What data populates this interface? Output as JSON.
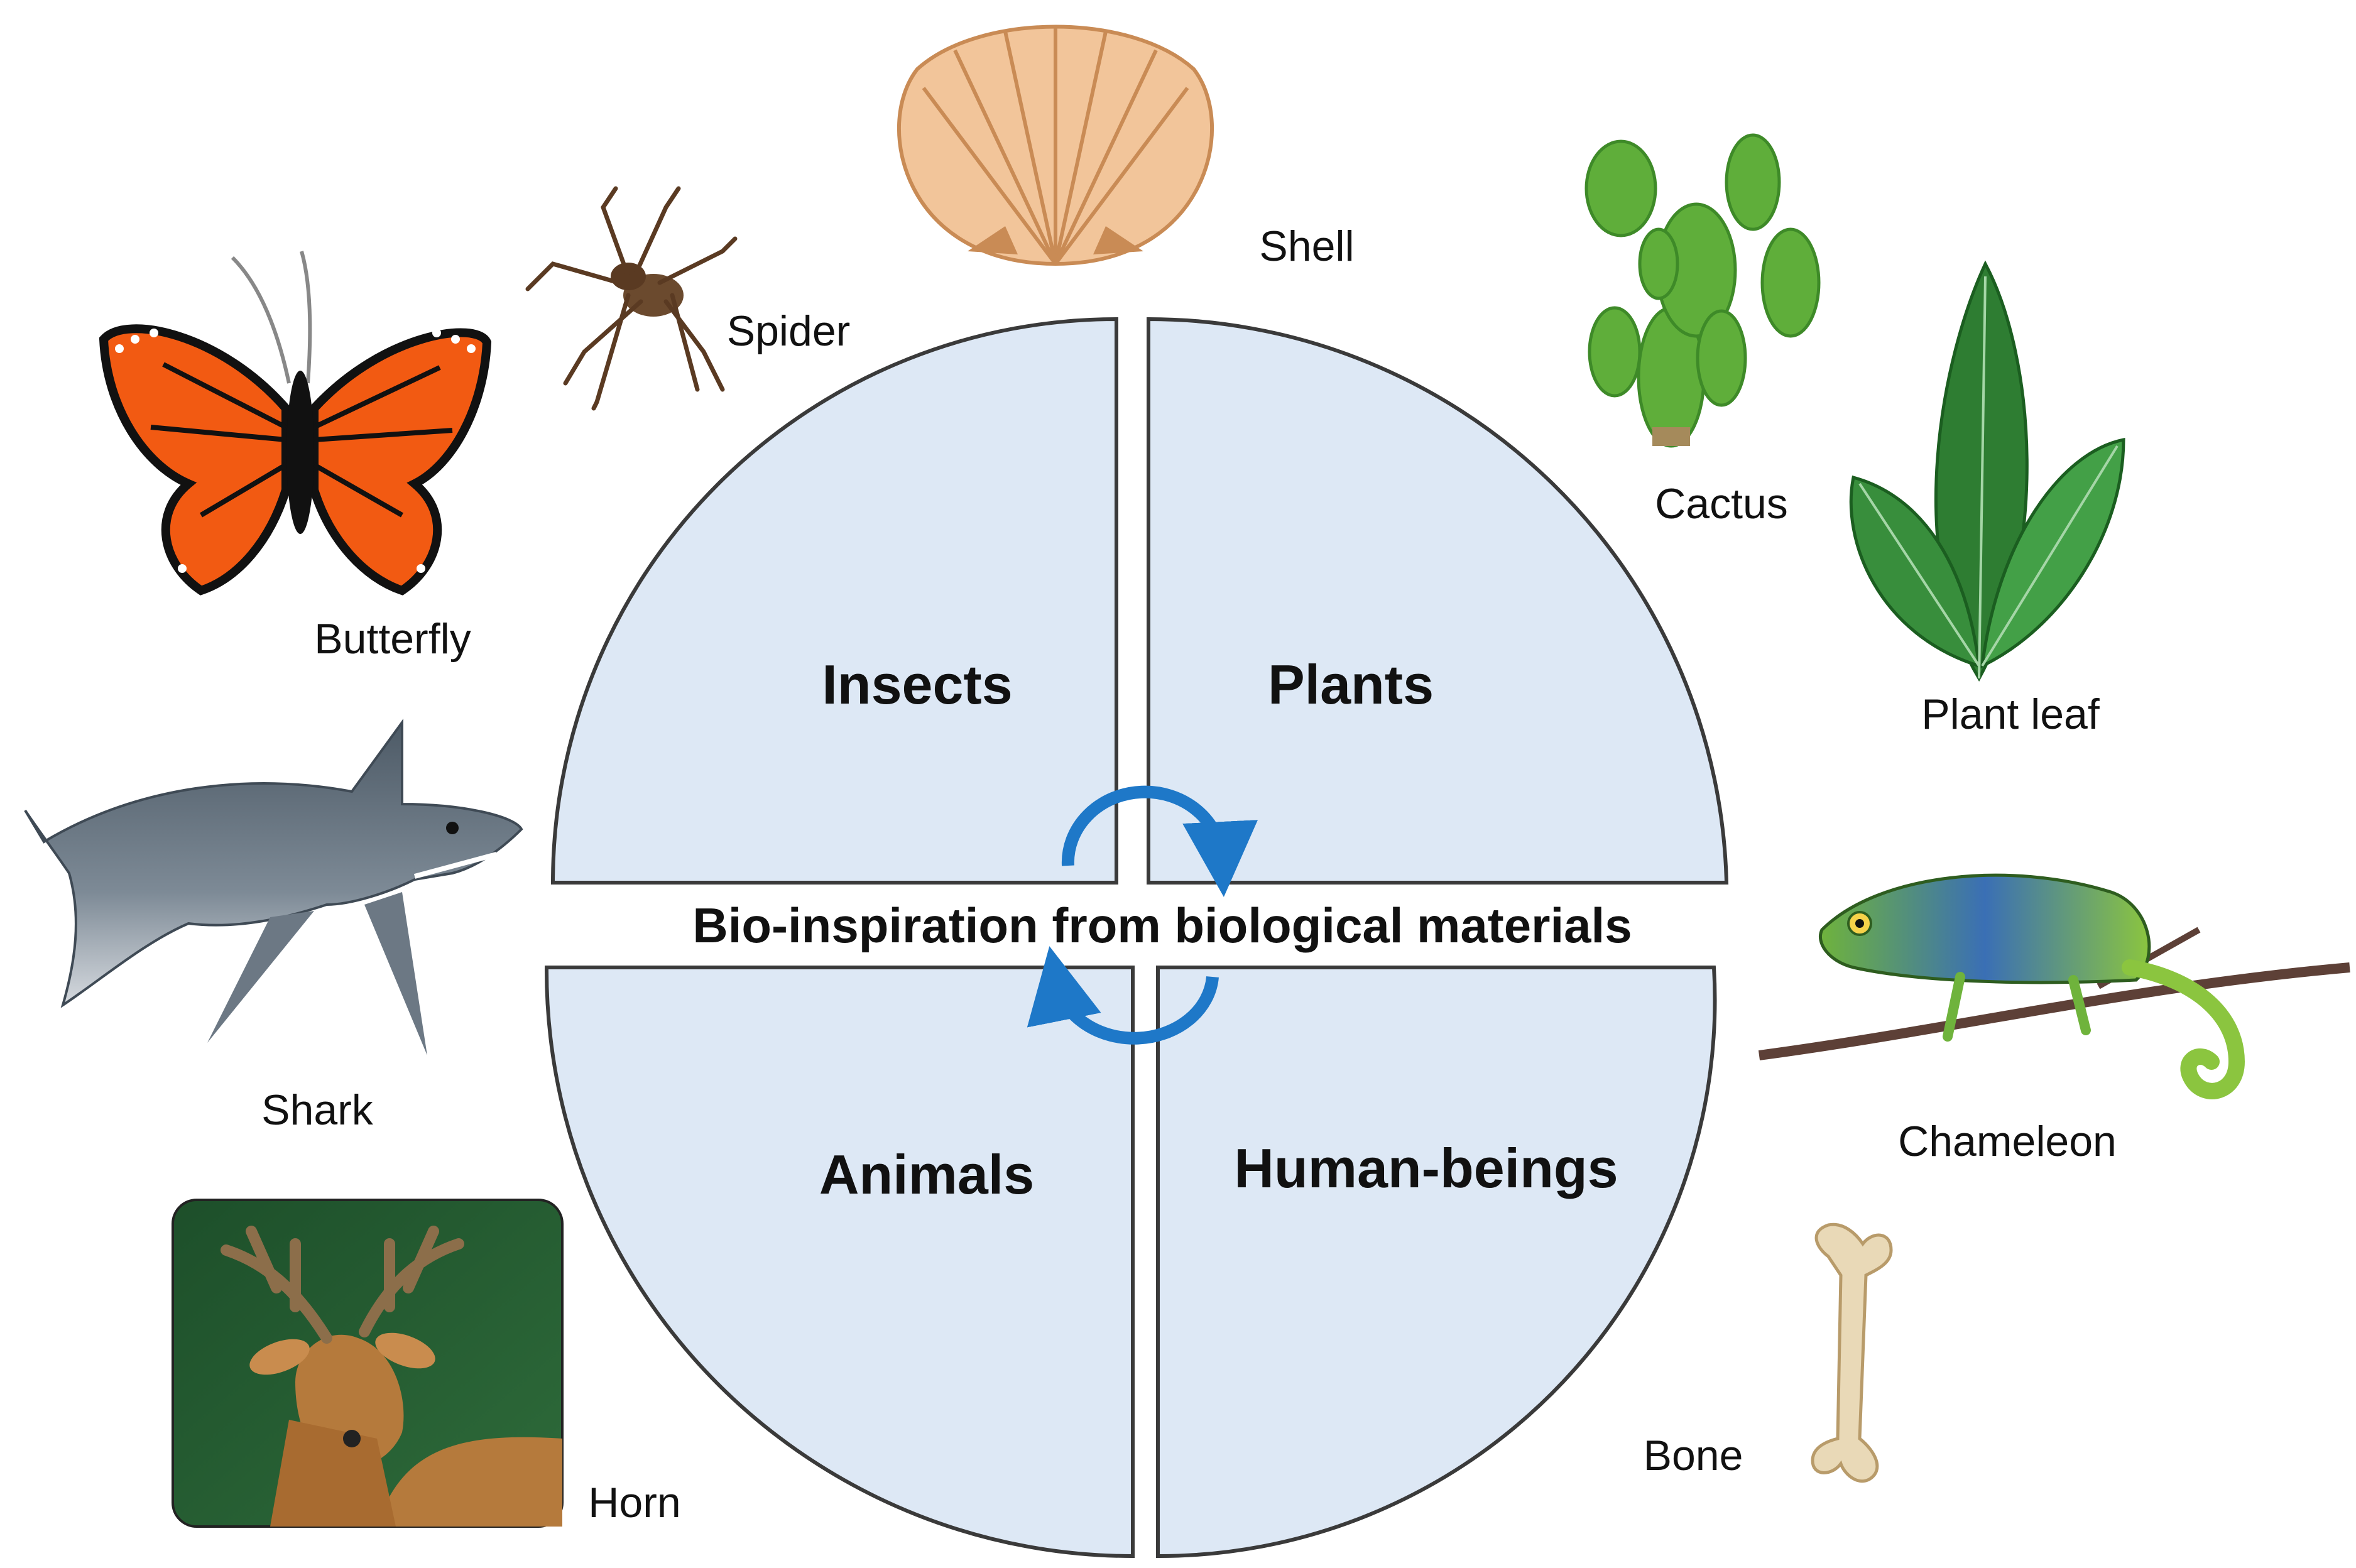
{
  "title": "Bio-inspiration from biological materials",
  "quadrants": {
    "insects": "Insects",
    "plants": "Plants",
    "animals": "Animals",
    "humans": "Human-beings"
  },
  "examples": {
    "butterfly": "Butterfly",
    "spider": "Spider",
    "shell": "Shell",
    "cactus": "Cactus",
    "plant_leaf": "Plant leaf",
    "shark": "Shark",
    "chameleon": "Chameleon",
    "horn": "Horn",
    "bone": "Bone"
  },
  "colors": {
    "quadrant_fill": "#DDE8F5",
    "quadrant_stroke": "#3A3A3A",
    "cycle_arrow": "#1E78C8"
  },
  "icons": [
    "butterfly-icon",
    "spider-icon",
    "shell-icon",
    "cactus-icon",
    "plant-leaf-icon",
    "shark-icon",
    "chameleon-icon",
    "deer-icon",
    "bone-icon"
  ]
}
